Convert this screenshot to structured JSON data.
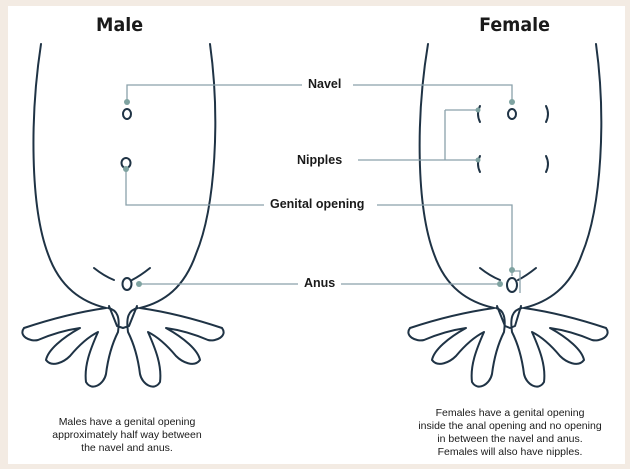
{
  "headings": {
    "male": "Male",
    "female": "Female"
  },
  "labels": {
    "navel": "Navel",
    "nipples": "Nipples",
    "genital_opening": "Genital opening",
    "anus": "Anus"
  },
  "captions": {
    "male": [
      "Males have a genital opening",
      "approximately half way between",
      "the navel and anus."
    ],
    "female": [
      "Females have a genital opening",
      "inside the anal opening and no opening",
      "in between the navel and anus.",
      "Females will also have nipples."
    ]
  },
  "colors": {
    "outline": "#1f3345",
    "leader": "#8aa1ab",
    "marker": "#7fa3a1",
    "background": "#f3ebe3"
  }
}
